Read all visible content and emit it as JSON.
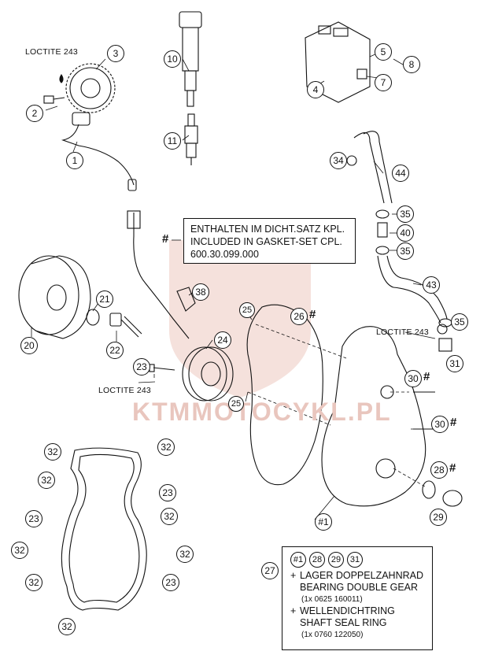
{
  "watermark": "KTMMOTOCYKL.PL",
  "loctite_labels": [
    "LOCTITE 243",
    "LOCTITE 243",
    "LOCTITE 243"
  ],
  "note_hash": "#",
  "note_lines": [
    "ENTHALTEN IM DICHT.SATZ KPL.",
    "INCLUDED IN GASKET-SET CPL.",
    "600.30.099.000"
  ],
  "hash_mark": "#",
  "callouts": {
    "c1": "1",
    "c2": "2",
    "c3": "3",
    "c4": "4",
    "c5": "5",
    "c7": "7",
    "c8": "8",
    "c10": "10",
    "c11": "11",
    "c20": "20",
    "c21": "21",
    "c22": "22",
    "c23": "23",
    "c24": "24",
    "c25": "25",
    "c26": "26",
    "c27": "27",
    "c28": "28",
    "c29": "29",
    "c30": "30",
    "c31": "31",
    "c32": "32",
    "c34": "34",
    "c35": "35",
    "c38": "38",
    "c40": "40",
    "c43": "43",
    "c44": "44",
    "c1hash": "#1"
  },
  "legend": {
    "refs": [
      "#1",
      "28",
      "29",
      "31"
    ],
    "plus": "+",
    "item1_de": "LAGER DOPPELZAHNRAD",
    "item1_en": "BEARING DOUBLE GEAR",
    "item1_part": "(1x 0625 160011)",
    "item2_de": "WELLENDICHTRING",
    "item2_en": "SHAFT SEAL RING",
    "item2_part": "(1x 0760 122050)"
  },
  "colors": {
    "line": "#111111",
    "watermark": "#e8c4bc"
  }
}
